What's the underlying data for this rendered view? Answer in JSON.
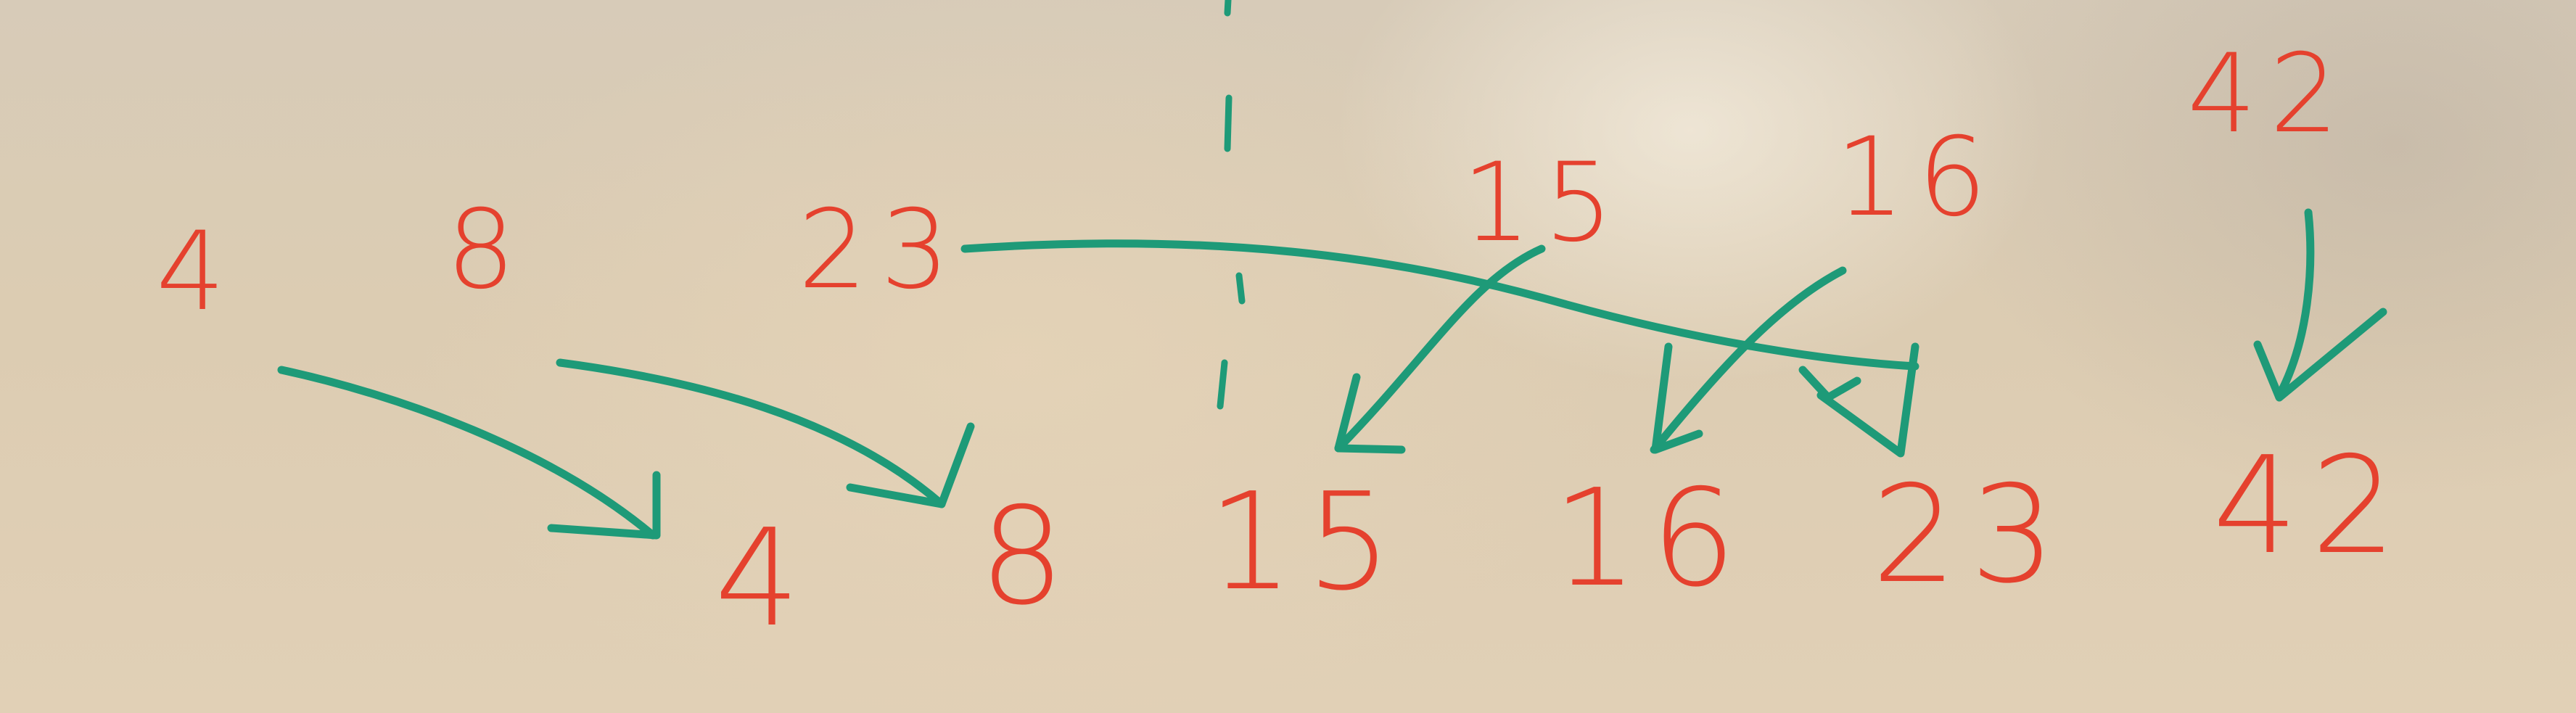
{
  "board": {
    "top_row": [
      {
        "key": "t4",
        "label": "4"
      },
      {
        "key": "t8",
        "label": "8"
      },
      {
        "key": "t23",
        "label": "23"
      },
      {
        "key": "t15",
        "label": "15"
      },
      {
        "key": "t16",
        "label": "16"
      },
      {
        "key": "t42",
        "label": "42"
      }
    ],
    "bottom_row": [
      {
        "key": "b4",
        "label": "4"
      },
      {
        "key": "b8",
        "label": "8"
      },
      {
        "key": "b15",
        "label": "15"
      },
      {
        "key": "b16",
        "label": "16"
      },
      {
        "key": "b23",
        "label": "23"
      },
      {
        "key": "b42",
        "label": "42"
      }
    ],
    "colors": {
      "marker_red": "#e5412e",
      "marker_green": "#1e9a78",
      "board_surface": "#dcccb2"
    }
  }
}
